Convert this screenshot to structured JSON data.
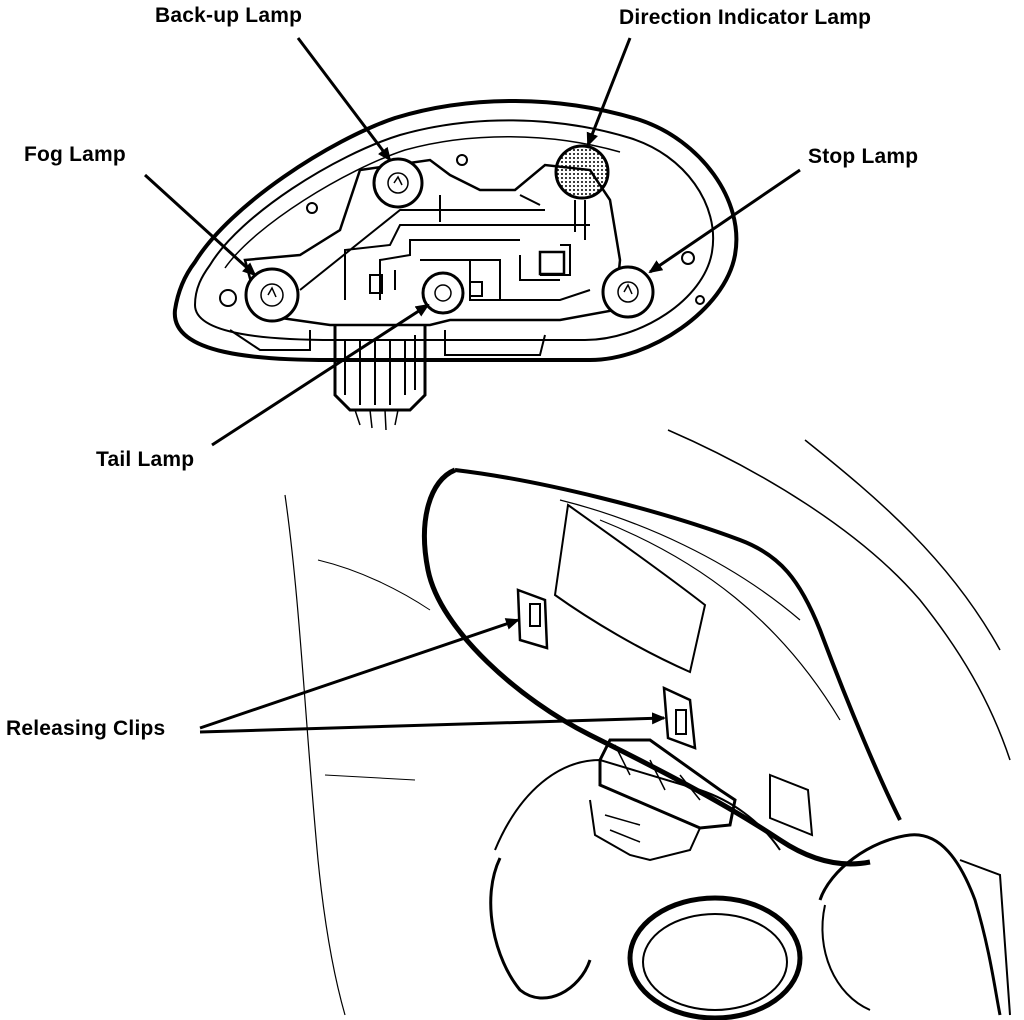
{
  "labels": {
    "backup_lamp": "Back-up Lamp",
    "direction_indicator_lamp": "Direction Indicator Lamp",
    "fog_lamp": "Fog Lamp",
    "stop_lamp": "Stop Lamp",
    "tail_lamp": "Tail Lamp",
    "releasing_clips": "Releasing Clips"
  },
  "colors": {
    "ink": "#000000",
    "paper": "#ffffff"
  }
}
